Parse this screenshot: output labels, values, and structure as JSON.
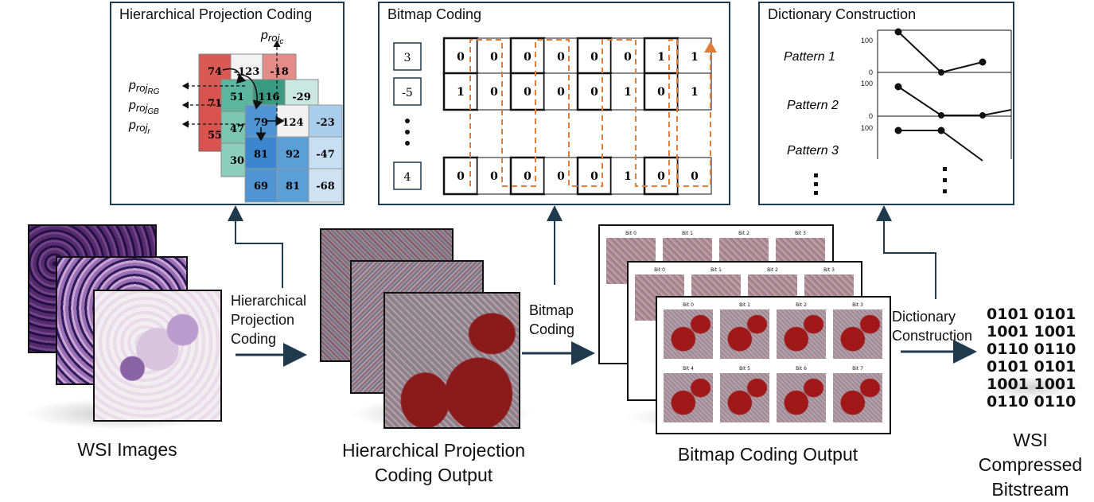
{
  "panels": {
    "hpc": {
      "title": "Hierarchical Projection Coding",
      "proj_c": "roj",
      "proj_c_sub": "c",
      "proj_rg": "roj",
      "proj_rg_sub": "RG",
      "proj_gb": "roj",
      "proj_gb_sub": "GB",
      "proj_r": "roj",
      "proj_r_sub": "r",
      "p": "p",
      "red_grid": [
        "74",
        "-123",
        "-18"
      ],
      "green_grid": [
        "51",
        "116",
        "-29",
        "71",
        "47",
        "30"
      ],
      "blue_grid": [
        "79",
        "124",
        "-23",
        "81",
        "92",
        "-47",
        "69",
        "81",
        "-68"
      ],
      "red_side": [
        "55"
      ]
    },
    "bitmap": {
      "title": "Bitmap Coding",
      "rows": [
        {
          "value": "3",
          "bits": [
            "0",
            "0",
            "0",
            "0",
            "0",
            "0",
            "1",
            "1"
          ]
        },
        {
          "value": "-5",
          "bits": [
            "1",
            "0",
            "0",
            "0",
            "0",
            "1",
            "0",
            "1"
          ]
        },
        {
          "value": "4",
          "bits": [
            "0",
            "0",
            "0",
            "0",
            "0",
            "1",
            "0",
            "0"
          ]
        }
      ]
    },
    "dictionary": {
      "title": "Dictionary Construction",
      "patterns": [
        "Pattern 1",
        "Pattern 2",
        "Pattern 3"
      ],
      "tick_top": "100",
      "tick_zero": "0"
    }
  },
  "bitmap_output_tiles": [
    "Bit 0",
    "Bit 1",
    "Bit 2",
    "Bit 3",
    "Bit 4",
    "Bit 5",
    "Bit 6",
    "Bit 7"
  ],
  "step_labels": {
    "hpc": [
      "Hierarchical",
      "Projection",
      "Coding"
    ],
    "bitmap": [
      "Bitmap",
      "Coding"
    ],
    "dictionary": [
      "Dictionary",
      "Construction"
    ]
  },
  "bitstream_lines": [
    "0101 0101",
    "1001 1001",
    "0110 0110",
    "0101 0101",
    "1001 1001",
    "0110 0110"
  ],
  "captions": {
    "wsi": "WSI Images",
    "hpc_output": [
      "Hierarchical Projection",
      "Coding Output"
    ],
    "bitmap_output": "Bitmap Coding Output",
    "compressed": [
      "WSI",
      "Compressed",
      "Bitstream"
    ]
  },
  "colors": {
    "panel_border": "#1f3a4d",
    "arrow": "#1f3a4d",
    "orange_dash": "#e07b39",
    "red_cell": "#d9534f",
    "green_cell": "#3aa58a",
    "blue_cell": "#3a8fd6"
  }
}
